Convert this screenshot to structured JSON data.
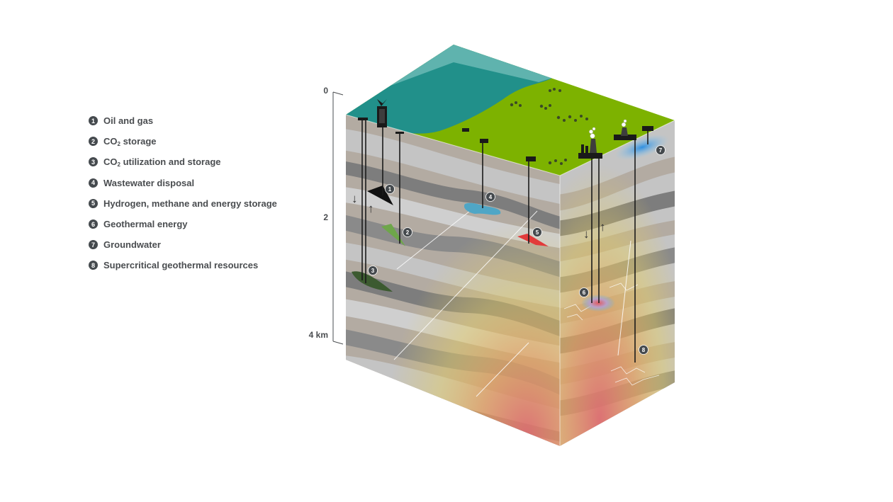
{
  "legend": [
    {
      "num": "1",
      "label": "Oil and gas"
    },
    {
      "num": "2",
      "pre": "CO",
      "sub": "2",
      "post": " storage"
    },
    {
      "num": "3",
      "pre": "CO",
      "sub": "2",
      "post": " utilization and storage"
    },
    {
      "num": "4",
      "label": "Wastewater disposal"
    },
    {
      "num": "5",
      "label": "Hydrogen, methane and energy storage"
    },
    {
      "num": "6",
      "label": "Geothermal energy"
    },
    {
      "num": "7",
      "label": "Groundwater"
    },
    {
      "num": "8",
      "label": "Supercritical geothermal resources"
    }
  ],
  "depth_scale": {
    "top": "0",
    "middle": "2",
    "bottom": "4 km"
  },
  "markers": [
    "1",
    "2",
    "3",
    "4",
    "5",
    "6",
    "7",
    "8"
  ],
  "arrows": {
    "down": "↓",
    "up": "↑"
  },
  "colors": {
    "sea": "#21908a",
    "land": "#7db200",
    "rock_dark": "#7d7d7d",
    "rock_light": "#c4c4c4",
    "rock_tan": "#b3aba2",
    "heat_yellow": "#e6cd5e",
    "heat_red": "#dd6d70",
    "marker": "#454a4e"
  }
}
